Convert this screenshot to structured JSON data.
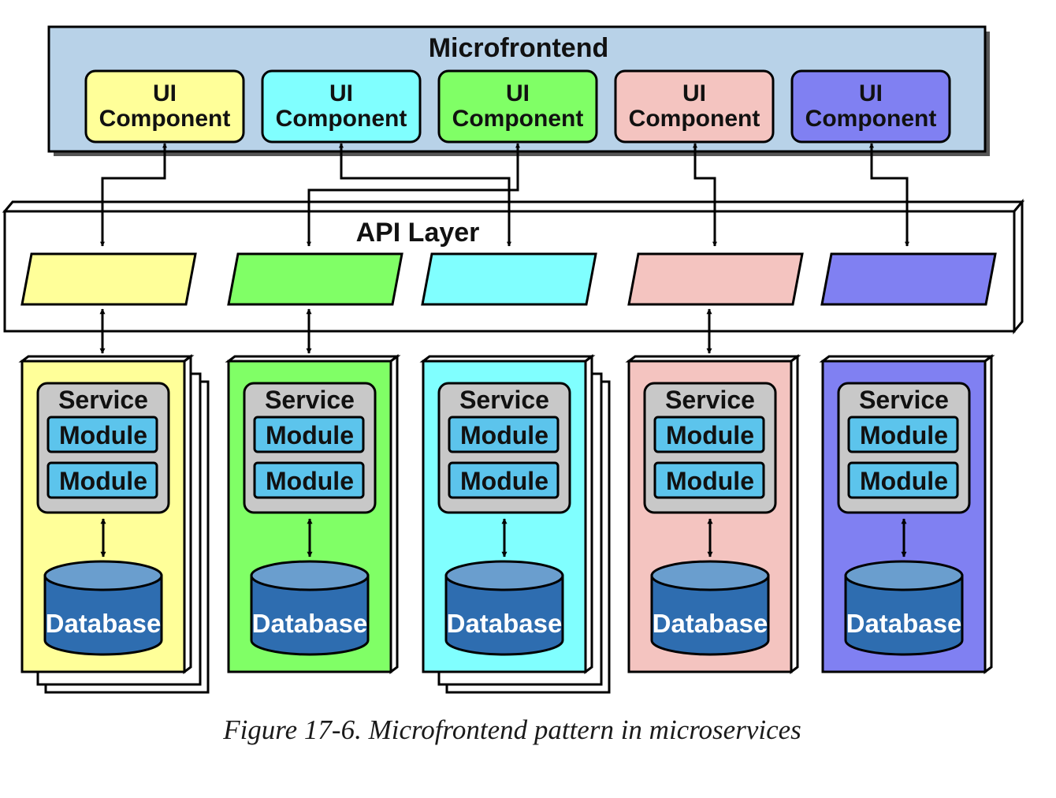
{
  "microfrontend": {
    "title": "Microfrontend",
    "ui_line1": "UI",
    "ui_line2": "Component"
  },
  "api_layer": {
    "title": "API Layer"
  },
  "column_labels": {
    "service": "Service",
    "module": "Module",
    "database": "Database"
  },
  "columns": [
    {
      "color": "#ffff99"
    },
    {
      "color": "#80ff66"
    },
    {
      "color": "#80ffff"
    },
    {
      "color": "#f4c4c0"
    },
    {
      "color": "#8080f2"
    }
  ],
  "ui_component_colors": [
    "#ffff99",
    "#80ffff",
    "#80ff66",
    "#f4c4c0",
    "#8080f2"
  ],
  "colors": {
    "panel_blue": "#b8d2e8",
    "service_gray": "#c8c8c8",
    "module_blue": "#5cc4ec",
    "db_top": "#6a9ece",
    "db_body": "#2e6db0"
  },
  "caption": "Figure 17-6. Microfrontend pattern in microservices"
}
